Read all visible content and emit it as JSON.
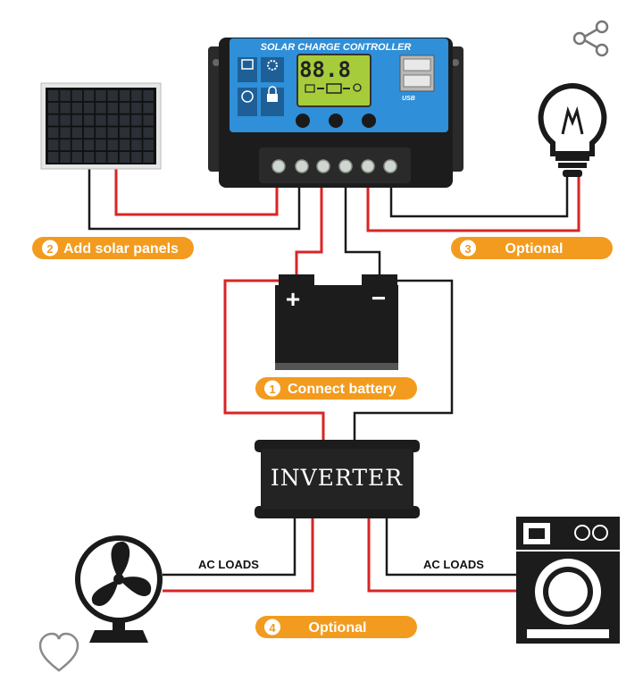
{
  "controller": {
    "title": "SOLAR CHARGE CONTROLLER",
    "lcd_value": "88.8",
    "usb_label": "USB"
  },
  "steps": {
    "solar": {
      "number": "2",
      "label": "Add solar panels"
    },
    "load": {
      "number": "3",
      "label": "Optional"
    },
    "battery": {
      "number": "1",
      "label": "Connect battery"
    },
    "ac": {
      "number": "4",
      "label": "Optional"
    }
  },
  "inverter": {
    "label": "INVERTER"
  },
  "ac_loads": {
    "left": "AC LOADS",
    "right": "AC LOADS"
  },
  "battery": {
    "plus": "+",
    "minus": "−"
  },
  "colors": {
    "accent": "#f29b1f",
    "controller_blue": "#2f8fd8",
    "wire_red": "#d92525",
    "wire_black": "#1a1a1a"
  },
  "icons": {
    "share": "share-icon",
    "favorite": "heart-outline-icon"
  }
}
